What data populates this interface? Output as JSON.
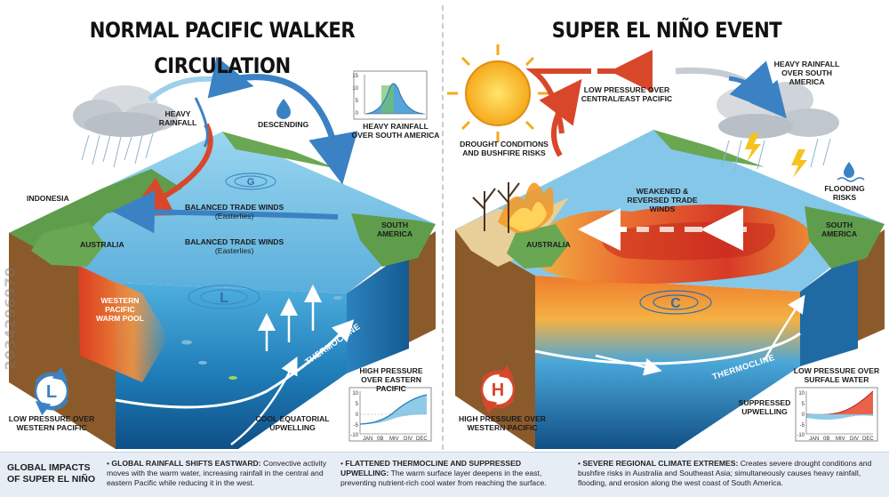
{
  "left_panel": {
    "title": "NORMAL PACIFIC WALKER CIRCULATION",
    "labels": {
      "heavy_rainfall": "HEAVY RAINFALL",
      "descending": "DESCENDING",
      "heavy_rainfall_sa": "HEAVY RAINFALL OVER SOUTH AMERICA",
      "indonesia": "INDONESIA",
      "trade_winds_1": "BALANCED TRADE WINDS",
      "trade_winds_1_sub": "(Easterlies)",
      "trade_winds_2": "BALANCED TRADE WINDS",
      "trade_winds_2_sub": "(Easterlies)",
      "australia": "AUSTRALIA",
      "south_america": "SOUTH AMERICA",
      "warm_pool": "WESTERN PACIFIC WARM POOL",
      "thermocline": "THERMOCLINE",
      "high_pressure": "HIGH PRESSURE OVER EASTERN PACIFIC",
      "low_pressure": "LOW PRESSURE OVER WESTERN PACIFIC",
      "upwelling": "COOL EQUATORIAL UPWELLING",
      "low_symbol": "L",
      "gyre_letter": "G",
      "gyre_letter_2": "L"
    },
    "inset_top": {
      "y_ticks": [
        "15",
        "10",
        "5",
        "0"
      ]
    },
    "inset_bottom": {
      "y_ticks": [
        "10",
        "5",
        "0",
        "-5",
        "-10"
      ],
      "x_ticks": [
        "JAN",
        "0B",
        "MIV",
        "DIV",
        "DEC"
      ]
    }
  },
  "right_panel": {
    "title": "SUPER EL NIÑO EVENT",
    "labels": {
      "low_pressure_ce": "LOW PRESSURE OVER CENTRAL/EAST PACIFIC",
      "heavy_rainfall_sa": "HEAVY RAINFALL OVER SOUTH AMERICA",
      "drought": "DROUGHT CONDITIONS AND BUSHFIRE RISKS",
      "weakened_winds": "WEAKENED & REVERSED TRADE WINDS",
      "flooding": "FLOODING RISKS",
      "australia": "AUSTRALIA",
      "south_america": "SOUTH AMERICA",
      "thermocline": "THERMOCLINE",
      "suppressed": "SUPPRESSED UPWELLING",
      "high_pressure_w": "HIGH PRESSURE OVER WESTERN PACIFIC",
      "low_pressure_surface": "LOW PRESSURE OVER SURFALE WATER",
      "high_symbol": "H",
      "gyre_letter": "C"
    },
    "inset": {
      "y_ticks": [
        "10",
        "5",
        "0",
        "-5",
        "-10"
      ],
      "x_ticks": [
        "JAN",
        "0B",
        "MIV",
        "DIV",
        "DEC"
      ]
    }
  },
  "footer": {
    "title": "GLOBAL IMPACTS OF SUPER EL NIÑO",
    "items": [
      {
        "heading": "GLOBAL RAINFALL SHIFTS EASTWARD:",
        "text": "Convective activity moves with the warm water, increasing rainfall in the central and eastern Pacific while reducing it in the west."
      },
      {
        "heading": "FLATTENED THERMOCLINE AND SUPPRESSED UPWELLING:",
        "text": "The warm surface layer deepens in the east, preventing nutrient-rich cool water from reaching the surface."
      },
      {
        "heading": "SEVERE REGIONAL CLIMATE EXTREMES:",
        "text": "Creates severe drought conditions and bushfire risks in Australia and Southeast Asia; simultaneously causes heavy rainfall, flooding, and erosion along the west coast of South America."
      }
    ]
  },
  "watermark": "2034296970",
  "colors": {
    "ocean": "#5fb4de",
    "deep_ocean": "#1d6fa8",
    "land": "#5f9d4c",
    "soil": "#8b5a2b",
    "warm": "#e8462a",
    "arrow_blue": "#3b82c4",
    "arrow_red": "#d9472b"
  }
}
